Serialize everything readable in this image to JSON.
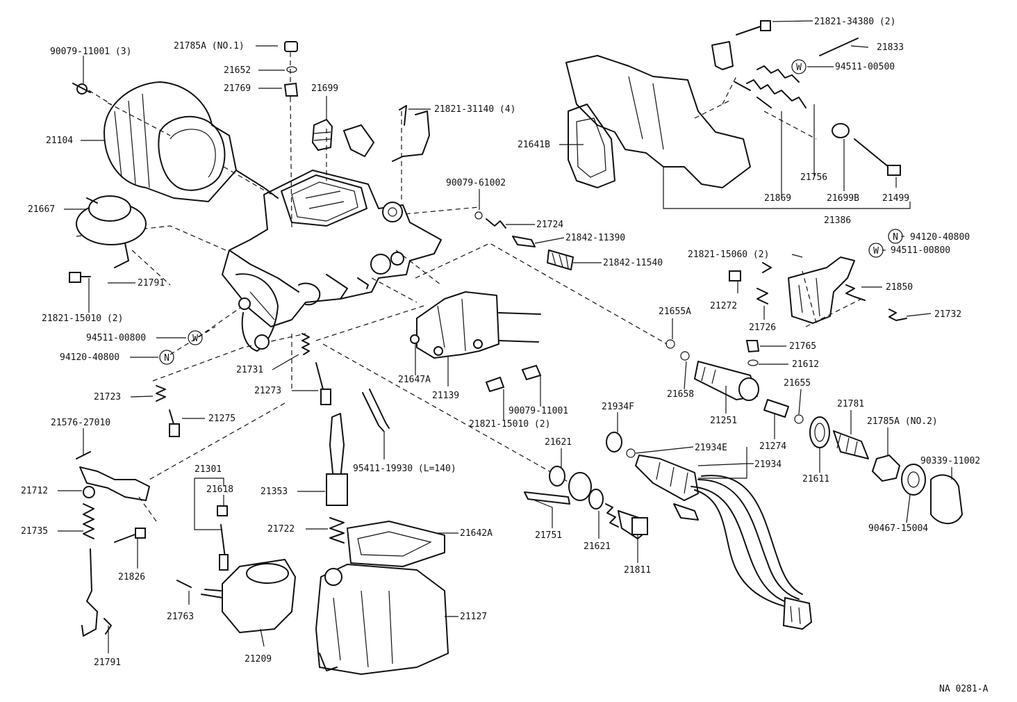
{
  "diagram_id": "NA 0281-A",
  "labels": {
    "p90079_11001_3": "90079-11001 (3)",
    "p21785A_no1": "21785A (NO.1)",
    "p21652": "21652",
    "p21769": "21769",
    "p21699": "21699",
    "p21821_31140_4": "21821-31140 (4)",
    "p21104": "21104",
    "p21667": "21667",
    "p21791_a": "21791",
    "p21821_15010_2_a": "21821-15010 (2)",
    "p94511_00800_a": "94511-00800",
    "p94120_40800_a": "94120-40800",
    "p21731": "21731",
    "p21723": "21723",
    "p21273": "21273",
    "p21275": "21275",
    "p21576_27010": "21576-27010",
    "p21712": "21712",
    "p21735": "21735",
    "p21826": "21826",
    "p21791_b": "21791",
    "p21301": "21301",
    "p21618": "21618",
    "p21353": "21353",
    "p21722": "21722",
    "p21763": "21763",
    "p21209": "21209",
    "p21642A": "21642A",
    "p21127": "21127",
    "p95411_19930": "95411-19930 (L=140)",
    "p90079_61002": "90079-61002",
    "p21724": "21724",
    "p21842_11390": "21842-11390",
    "p21842_11540": "21842-11540",
    "p21647A": "21647A",
    "p21139": "21139",
    "p90079_11001": "90079-11001",
    "p21821_15010_2_b": "21821-15010 (2)",
    "p21621_a": "21621",
    "p21751": "21751",
    "p21621_b": "21621",
    "p21811": "21811",
    "p21934F": "21934F",
    "p21934E": "21934E",
    "p21934": "21934",
    "p21821_34380_2": "21821-34380 (2)",
    "p21833": "21833",
    "p94511_00500": "94511-00500",
    "p21641B": "21641B",
    "p21756": "21756",
    "p21869": "21869",
    "p21699B": "21699B",
    "p21499": "21499",
    "p21386": "21386",
    "p94120_40800_b": "94120-40800",
    "p94511_00800_b": "94511-00800",
    "p21821_15060_2": "21821-15060 (2)",
    "p21272": "21272",
    "p21726": "21726",
    "p21850": "21850",
    "p21732": "21732",
    "p21655A": "21655A",
    "p21765": "21765",
    "p21612": "21612",
    "p21658": "21658",
    "p21251": "21251",
    "p21655": "21655",
    "p21274": "21274",
    "p21781": "21781",
    "p21785A_no2": "21785A (NO.2)",
    "p21611": "21611",
    "p90339_11002": "90339-11002",
    "p90467_15004": "90467-15004"
  },
  "markers": {
    "washer": "W",
    "nut": "N"
  }
}
